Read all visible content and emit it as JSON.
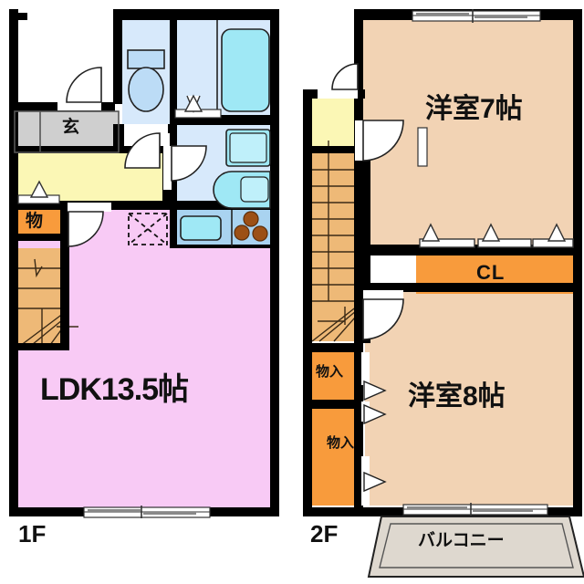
{
  "document": {
    "type": "floor-plan",
    "units": "jo (帖 tatami mats)",
    "floors": [
      {
        "id": "1F",
        "label": "1F"
      },
      {
        "id": "2F",
        "label": "2F"
      }
    ]
  },
  "floor1": {
    "label": "1F",
    "rooms": [
      {
        "name": "ldk",
        "label": "LDK13.5帖",
        "color": "#f8caf5"
      },
      {
        "name": "genkan",
        "label": "玄",
        "color": "#cfcfcf"
      },
      {
        "name": "hallway",
        "label": "",
        "color": "#fbf7b5"
      },
      {
        "name": "storage",
        "label": "物",
        "color": "#f89b3c"
      },
      {
        "name": "stairs",
        "label": "",
        "color": "#eeb977"
      },
      {
        "name": "toilet",
        "label": "",
        "color": "#d7e9fb"
      },
      {
        "name": "bath",
        "label": "",
        "color": "#d7e9fb"
      },
      {
        "name": "washroom",
        "label": "",
        "color": "#d7e9fb"
      },
      {
        "name": "kitchen",
        "label": "",
        "color": "#a9d3f0"
      }
    ],
    "fixtures": [
      {
        "name": "toilet-fixture",
        "label": ""
      },
      {
        "name": "bathtub",
        "label": ""
      },
      {
        "name": "wash-basin",
        "label": ""
      },
      {
        "name": "vanity-sink",
        "label": ""
      },
      {
        "name": "kitchen-sink",
        "label": ""
      },
      {
        "name": "gas-burners",
        "label": ""
      },
      {
        "name": "washer-space",
        "label": ""
      }
    ]
  },
  "floor2": {
    "label": "2F",
    "rooms": [
      {
        "name": "western-room-7",
        "label": "洋室7帖",
        "color": "#f2d3b4"
      },
      {
        "name": "western-room-8",
        "label": "洋室8帖",
        "color": "#f2d3b4"
      },
      {
        "name": "closet-cl",
        "label": "CL",
        "color": "#f89b3c"
      },
      {
        "name": "storage-upper",
        "label": "物入",
        "color": "#f89b3c"
      },
      {
        "name": "storage-lower",
        "label": "物入",
        "color": "#f89b3c"
      },
      {
        "name": "hallway",
        "label": "",
        "color": "#fbf7b5"
      },
      {
        "name": "stairs",
        "label": "",
        "color": "#eeb977"
      },
      {
        "name": "balcony",
        "label": "バルコニー",
        "color": "#ded8cf"
      }
    ]
  },
  "colors": {
    "wall": "#000000",
    "ldk_pink": "#f8caf5",
    "room_peach": "#f2d3b4",
    "hall_yellow": "#fbf7b5",
    "stair_tan": "#eeb977",
    "closet_orange": "#f89b3c",
    "water_blue": "#d7e9fb",
    "kitchen_blue": "#a9d3f0",
    "fixture_cyan": "#9fe8f5",
    "burner_brown": "#9c5016",
    "genkan_gray": "#cfcfcf",
    "balcony_gray": "#ded8cf",
    "window_white": "#ffffff"
  }
}
